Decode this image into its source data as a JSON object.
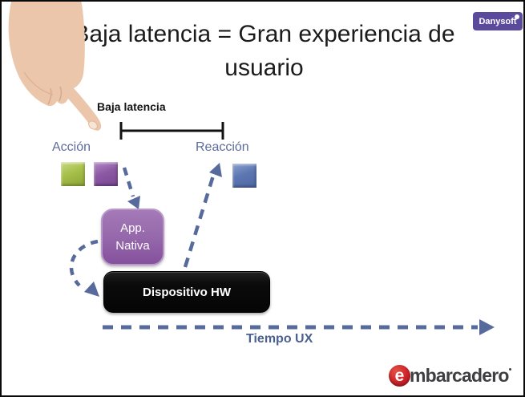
{
  "slide": {
    "title": "Baja latencia = Gran experiencia de usuario",
    "vendor_badge": "Danysoft",
    "logo_e": "e",
    "logo_rest": "mbarcadero"
  },
  "diagram": {
    "latency_label": "Baja latencia",
    "action_label": "Acción",
    "reaction_label": "Reacción",
    "app_box_label": "App. Nativa",
    "hw_box_label": "Dispositivo HW",
    "time_axis_label": "Tiempo UX"
  },
  "colors": {
    "arrow_accent": "#566a9c",
    "label_blue": "#5e6c9b",
    "time_label_blue": "#4a6191",
    "action_green": "#a6c04a",
    "action_purple": "#8d59a4",
    "reaction_blue": "#5d77b2",
    "app_box_purple": "#9466aa",
    "hw_box_black": "#0b0b0b",
    "danysoft_purple": "#5b4a9c",
    "embarcadero_red": "#cc2127",
    "embarcadero_gray": "#3f3f41"
  }
}
